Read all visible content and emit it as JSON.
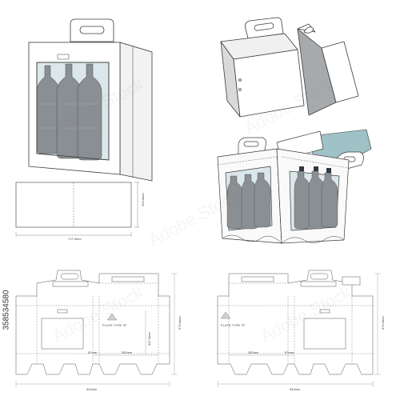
{
  "watermark_text": "Adobe Stock",
  "stock_id": "358534580",
  "colors": {
    "line": "#3c3c3c",
    "window_tint": "#dbe7ea",
    "bottle": "#8a8f93",
    "panel_dark": "#a6aaad",
    "accent_insert": "#9fc2c6"
  },
  "flat_blank": {
    "width_label": "717.0mm",
    "height_label": "324.0mm"
  },
  "die_left": {
    "flute_label": "FLUTE TYPE \"E\"",
    "label_87": "87mm",
    "label_382": "382mm",
    "label_337": "337.0mm",
    "width_label": "942mm",
    "height_label": "674.0mm"
  },
  "die_right": {
    "flute_label": "FLUTE TYPE \"E\"",
    "label_382": "382mm",
    "label_87": "87mm",
    "width_label": "942mm",
    "height_label": "674.0mm"
  }
}
